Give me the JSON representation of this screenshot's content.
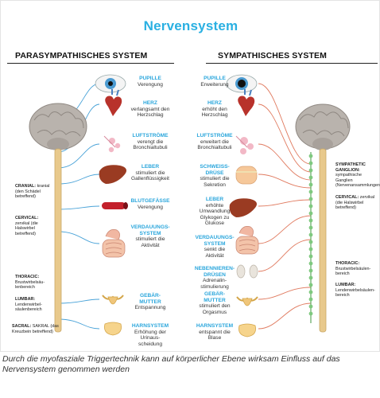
{
  "title": "Nervensystem",
  "headings": {
    "left": "PARASYMPATHISCHES SYSTEM",
    "right": "SYMPATHISCHES SYSTEM"
  },
  "organs_left": [
    {
      "name": "PUPILLE",
      "desc": "Verengung"
    },
    {
      "name": "HERZ",
      "desc": "verlangsamt den Herzschlag"
    },
    {
      "name": "LUFTSTRÖME",
      "desc": "verengt die Bronchialtubuli"
    },
    {
      "name": "LEBER",
      "desc": "stimuliert die Gallenflüssigkeit"
    },
    {
      "name": "BLUTGEFÄSSE",
      "desc": "Verengung"
    },
    {
      "name": "VERDAUUNGS-SYSTEM",
      "desc": "stimuliert die Aktivität"
    },
    {
      "name": "GEBÄR-MUTTER",
      "desc": "Entspannung"
    },
    {
      "name": "HARNSYSTEM",
      "desc": "Erhöhung der Urinaus-scheidung"
    }
  ],
  "organs_right": [
    {
      "name": "PUPILLE",
      "desc": "Erweiterung"
    },
    {
      "name": "HERZ",
      "desc": "erhöht den Herzschlag"
    },
    {
      "name": "LUFTSTRÖME",
      "desc": "erweitert die Bronchialtubuli"
    },
    {
      "name": "SCHWEISS-DRÜSE",
      "desc": "stimuliert die Sekretion"
    },
    {
      "name": "LEBER",
      "desc": "erhöhte Umwandlung Glykogen zu Glukose"
    },
    {
      "name": "VERDAUUNGS-SYSTEM",
      "desc": "senkt die Aktivität"
    },
    {
      "name": "NEBENNIEREN-DRÜSEN",
      "desc": "Adrenalin-stimulierung"
    },
    {
      "name": "GEBÄR-MUTTER",
      "desc": "stimuliert den Orgasmus"
    },
    {
      "name": "HARNSYSTEM",
      "desc": "entspannt die Blase"
    }
  ],
  "spine_left": {
    "cranial": {
      "label": "CRANIAL:",
      "text": "kranial (den Schädel betreffend)"
    },
    "cervical": {
      "label": "CERVICAL:",
      "text": "zervikal (die Halswirbel betreffend)"
    },
    "thoracic": {
      "label": "THORACIC:",
      "text": "Brustwirbelsäu-lenbereich"
    },
    "lumbar": {
      "label": "LUMBAR:",
      "text": "Lendenwirbel-säulenbereich"
    },
    "sacral": {
      "label": "SACRAL:",
      "text": "SAKRAL (das Kreuzbein betreffend)"
    }
  },
  "spine_right": {
    "ganglion": {
      "label": "SYMPATHETIC GANGLION:",
      "text": "sympathische Ganglien (Nervenansammlungen)"
    },
    "cervical": {
      "label": "CERVICAL:",
      "text": "zervikal (die Halswirbel betreffend)"
    },
    "thoracic": {
      "label": "THORACIC:",
      "text": "Brustwirbelsäulen-bereich"
    },
    "lumbar": {
      "label": "LUMBAR:",
      "text": "Lendenwirbelsäulen-bereich"
    }
  },
  "caption": "Durch die myofasziale Triggertechnik kann auf körperlicher Ebene wirksam Einfluss auf das Nervensystem genommen werden",
  "colors": {
    "title": "#2ab0e2",
    "nerve_left": "#4aa3d8",
    "nerve_right": "#e07a5f",
    "spine": "#e8c98c",
    "ganglion": "#7fc97f"
  }
}
